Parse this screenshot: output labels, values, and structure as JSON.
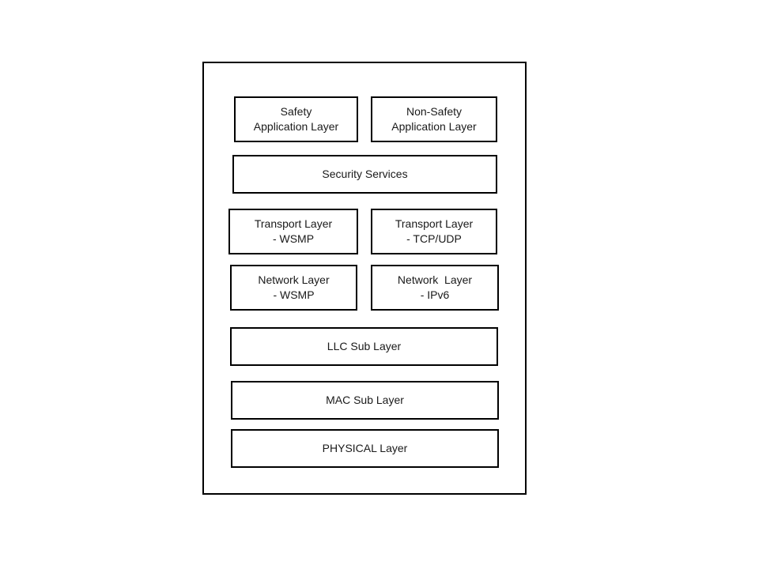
{
  "diagram": {
    "layers": {
      "safety_app": [
        "Safety",
        "Application Layer"
      ],
      "non_safety_app": [
        "Non-Safety",
        "Application Layer"
      ],
      "security": [
        "Security Services"
      ],
      "transport_wsmp": [
        "Transport Layer",
        "- WSMP"
      ],
      "transport_tcpudp": [
        "Transport Layer",
        "- TCP/UDP"
      ],
      "network_wsmp": [
        "Network Layer",
        "- WSMP"
      ],
      "network_ipv6": [
        "Network  Layer",
        "- IPv6"
      ],
      "llc": [
        "LLC Sub Layer"
      ],
      "mac": [
        "MAC Sub Layer"
      ],
      "physical": [
        "PHYSICAL Layer"
      ]
    }
  }
}
